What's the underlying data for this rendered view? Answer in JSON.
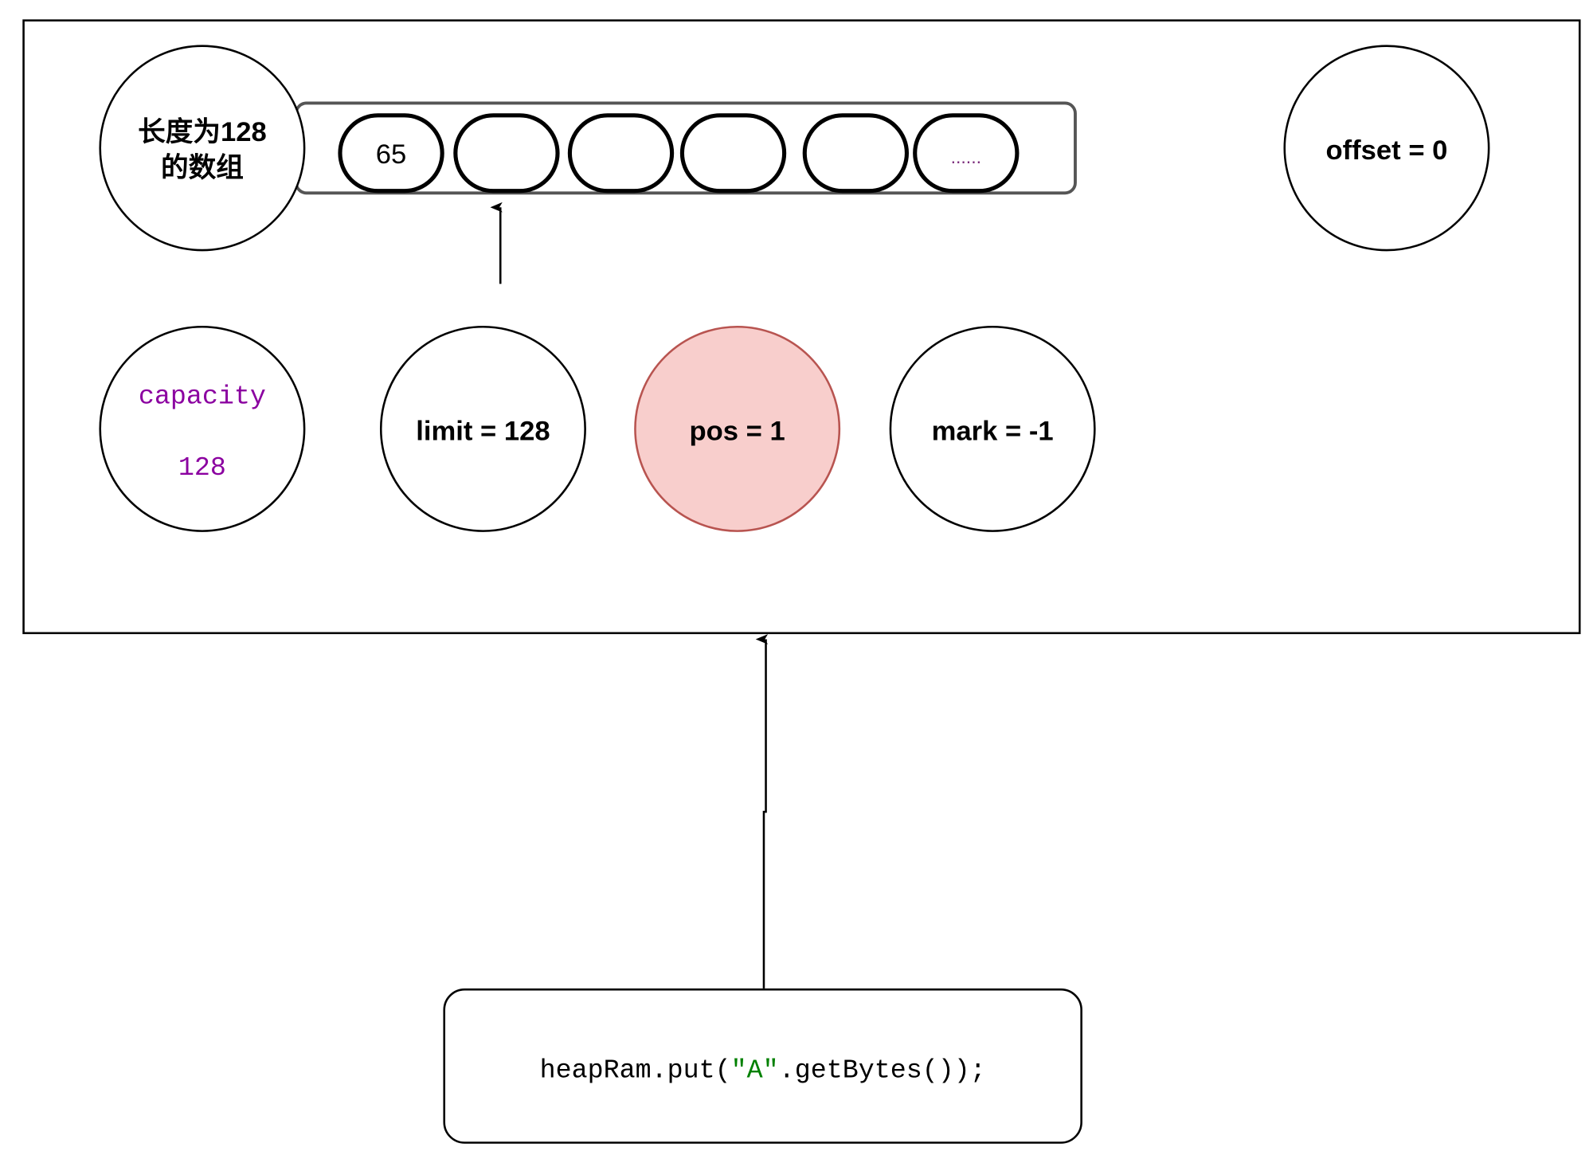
{
  "array_label": {
    "line1": "长度为128",
    "line2": "的数组"
  },
  "cells": [
    "65",
    "",
    "",
    "",
    "",
    "......"
  ],
  "offset": "offset = 0",
  "capacity": {
    "label": "capacity",
    "value": "128"
  },
  "limit": "limit = 128",
  "pos": "pos = 1",
  "mark": "mark = -1",
  "code": {
    "before": "heapRam.put(",
    "string": "\"A\"",
    "after": ".getBytes());"
  },
  "colors": {
    "pos_fill": "#f8cecc",
    "pos_stroke": "#b85450",
    "capacity_text": "#8b00a0",
    "string_literal": "#008000"
  }
}
